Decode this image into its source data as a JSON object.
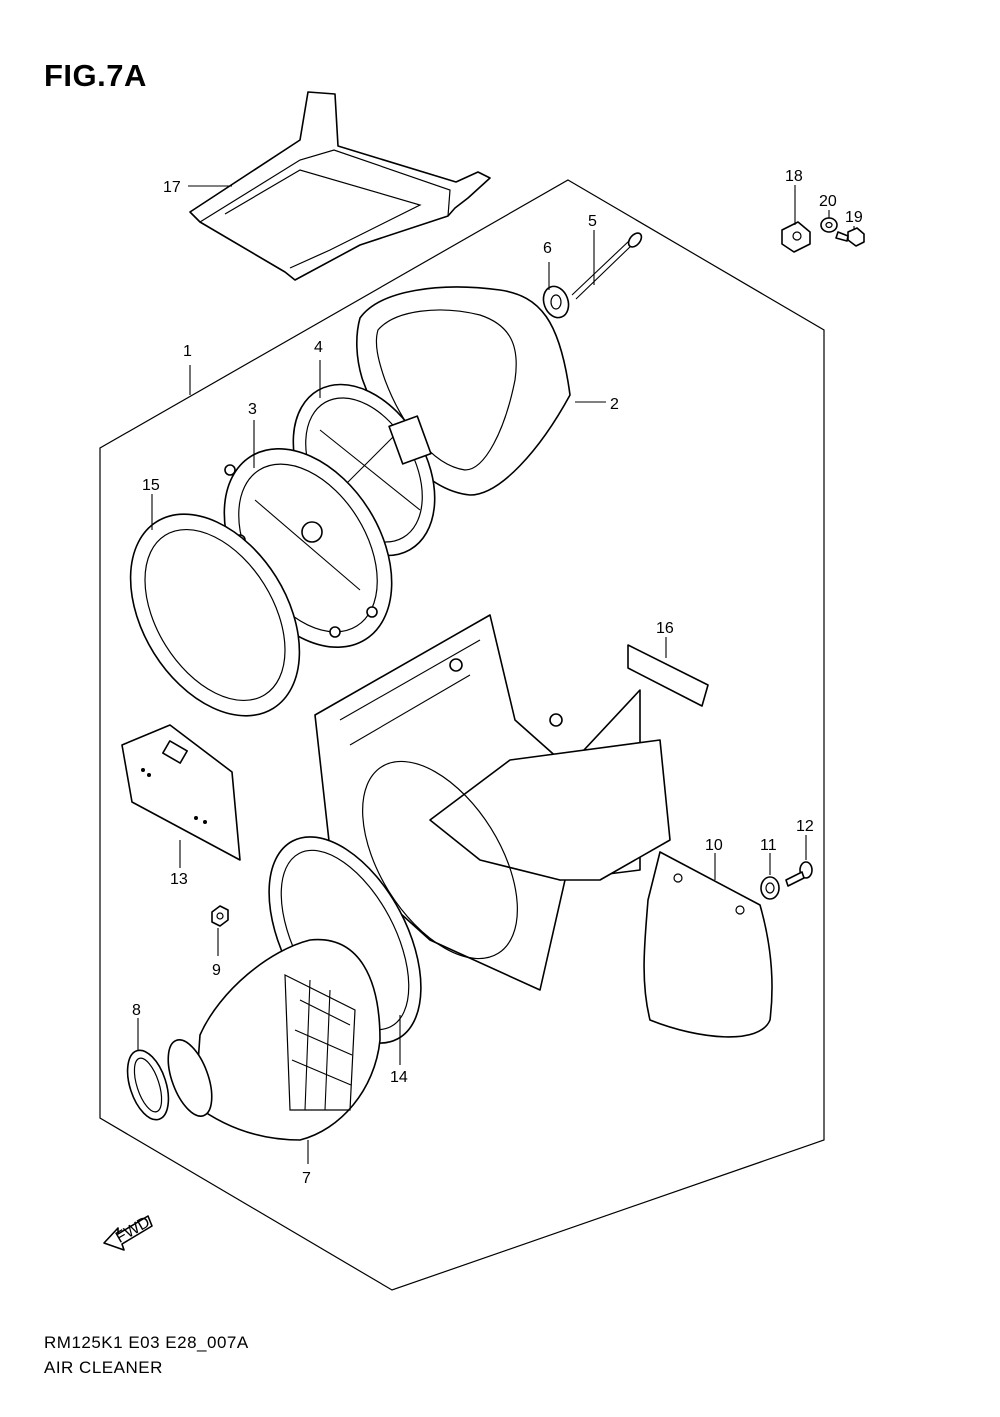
{
  "figure": {
    "title": "FIG.7A",
    "code": "RM125K1 E03 E28_007A",
    "name": "AIR CLEANER",
    "fwd_label": "FWD"
  },
  "callouts": [
    "1",
    "2",
    "3",
    "4",
    "5",
    "6",
    "7",
    "8",
    "9",
    "10",
    "11",
    "12",
    "13",
    "14",
    "15",
    "16",
    "17",
    "18",
    "19",
    "20"
  ]
}
